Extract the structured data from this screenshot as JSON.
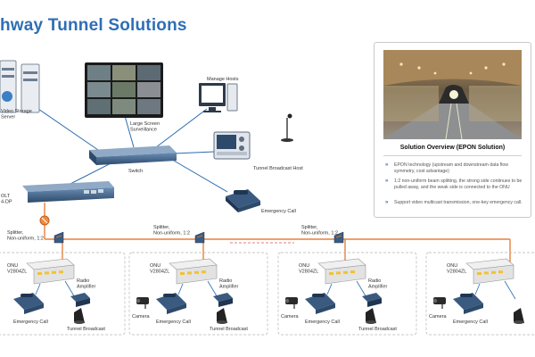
{
  "title": "hway Tunnel Solutions",
  "top": {
    "video_storage": "Video Storage\nServer",
    "large_screen": "Large Screen\nSurveillance",
    "manage_hosts": "Manage Hosts",
    "switch": "Switch",
    "broadcast_host": "Tunnel Broadcast Host",
    "emergency_call": "Emergency Call",
    "olt": "OLT\n4-DP"
  },
  "splitters": [
    {
      "label": "Splitter,\nNon-uniform, 1:2"
    },
    {
      "label": "Splitter,\nNon-uniform, 1:2"
    },
    {
      "label": "Splitter,\nNon-uniform, 1:2"
    }
  ],
  "groups": [
    {
      "onu": "ONU\nV2804ZL",
      "amplifier": "Radio\nAmplifier",
      "camera": "",
      "emergency": "Emergency Call",
      "broadcast": "Tunnel Broadcast"
    },
    {
      "onu": "ONU\nV2804ZL",
      "amplifier": "Radio\nAmplifier",
      "camera": "Camera",
      "emergency": "Emergency Call",
      "broadcast": "Tunnel Broadcast"
    },
    {
      "onu": "ONU\nV2804ZL",
      "amplifier": "Radio\nAmplifier",
      "camera": "Camera",
      "emergency": "Emergency Call",
      "broadcast": "Tunnel Broadcast"
    },
    {
      "onu": "ONU\nV2804ZL",
      "amplifier": "",
      "camera": "Camera",
      "emergency": "Emergency Call",
      "broadcast": ""
    }
  ],
  "solution": {
    "title": "Solution Overview (EPON Solution)",
    "bullets": [
      "EPON technology (upstream and downstream data flow symmetry, cost advantage)",
      "1:2 non-uniform beam splitting, the strong side continues to be pulled away, and the weak side is connected to the ONU",
      "Support video multicast transmission, one-key emergency call."
    ]
  },
  "colors": {
    "accent": "#2f6eb5",
    "fiber": "#e8813a",
    "device": "#2d4a6b"
  }
}
